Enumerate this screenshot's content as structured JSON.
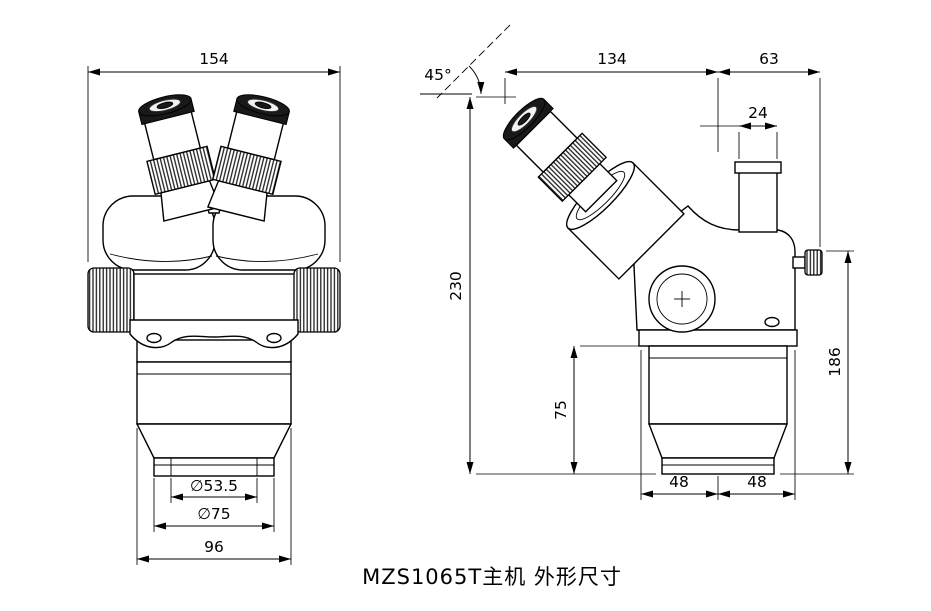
{
  "caption": "MZS1065T主机 外形尺寸",
  "front_view": {
    "dim_overall_width": "154",
    "dim_inner_diameter": "∅53.5",
    "dim_outer_diameter": "∅75",
    "dim_base_width": "96"
  },
  "side_view": {
    "dim_eyepiece_angle": "45°",
    "dim_top_left_length": "134",
    "dim_top_right_length": "63",
    "dim_phototube_width": "24",
    "dim_total_height": "230",
    "dim_right_height": "186",
    "dim_objective_height": "75",
    "dim_bottom_left": "48",
    "dim_bottom_right": "48"
  }
}
